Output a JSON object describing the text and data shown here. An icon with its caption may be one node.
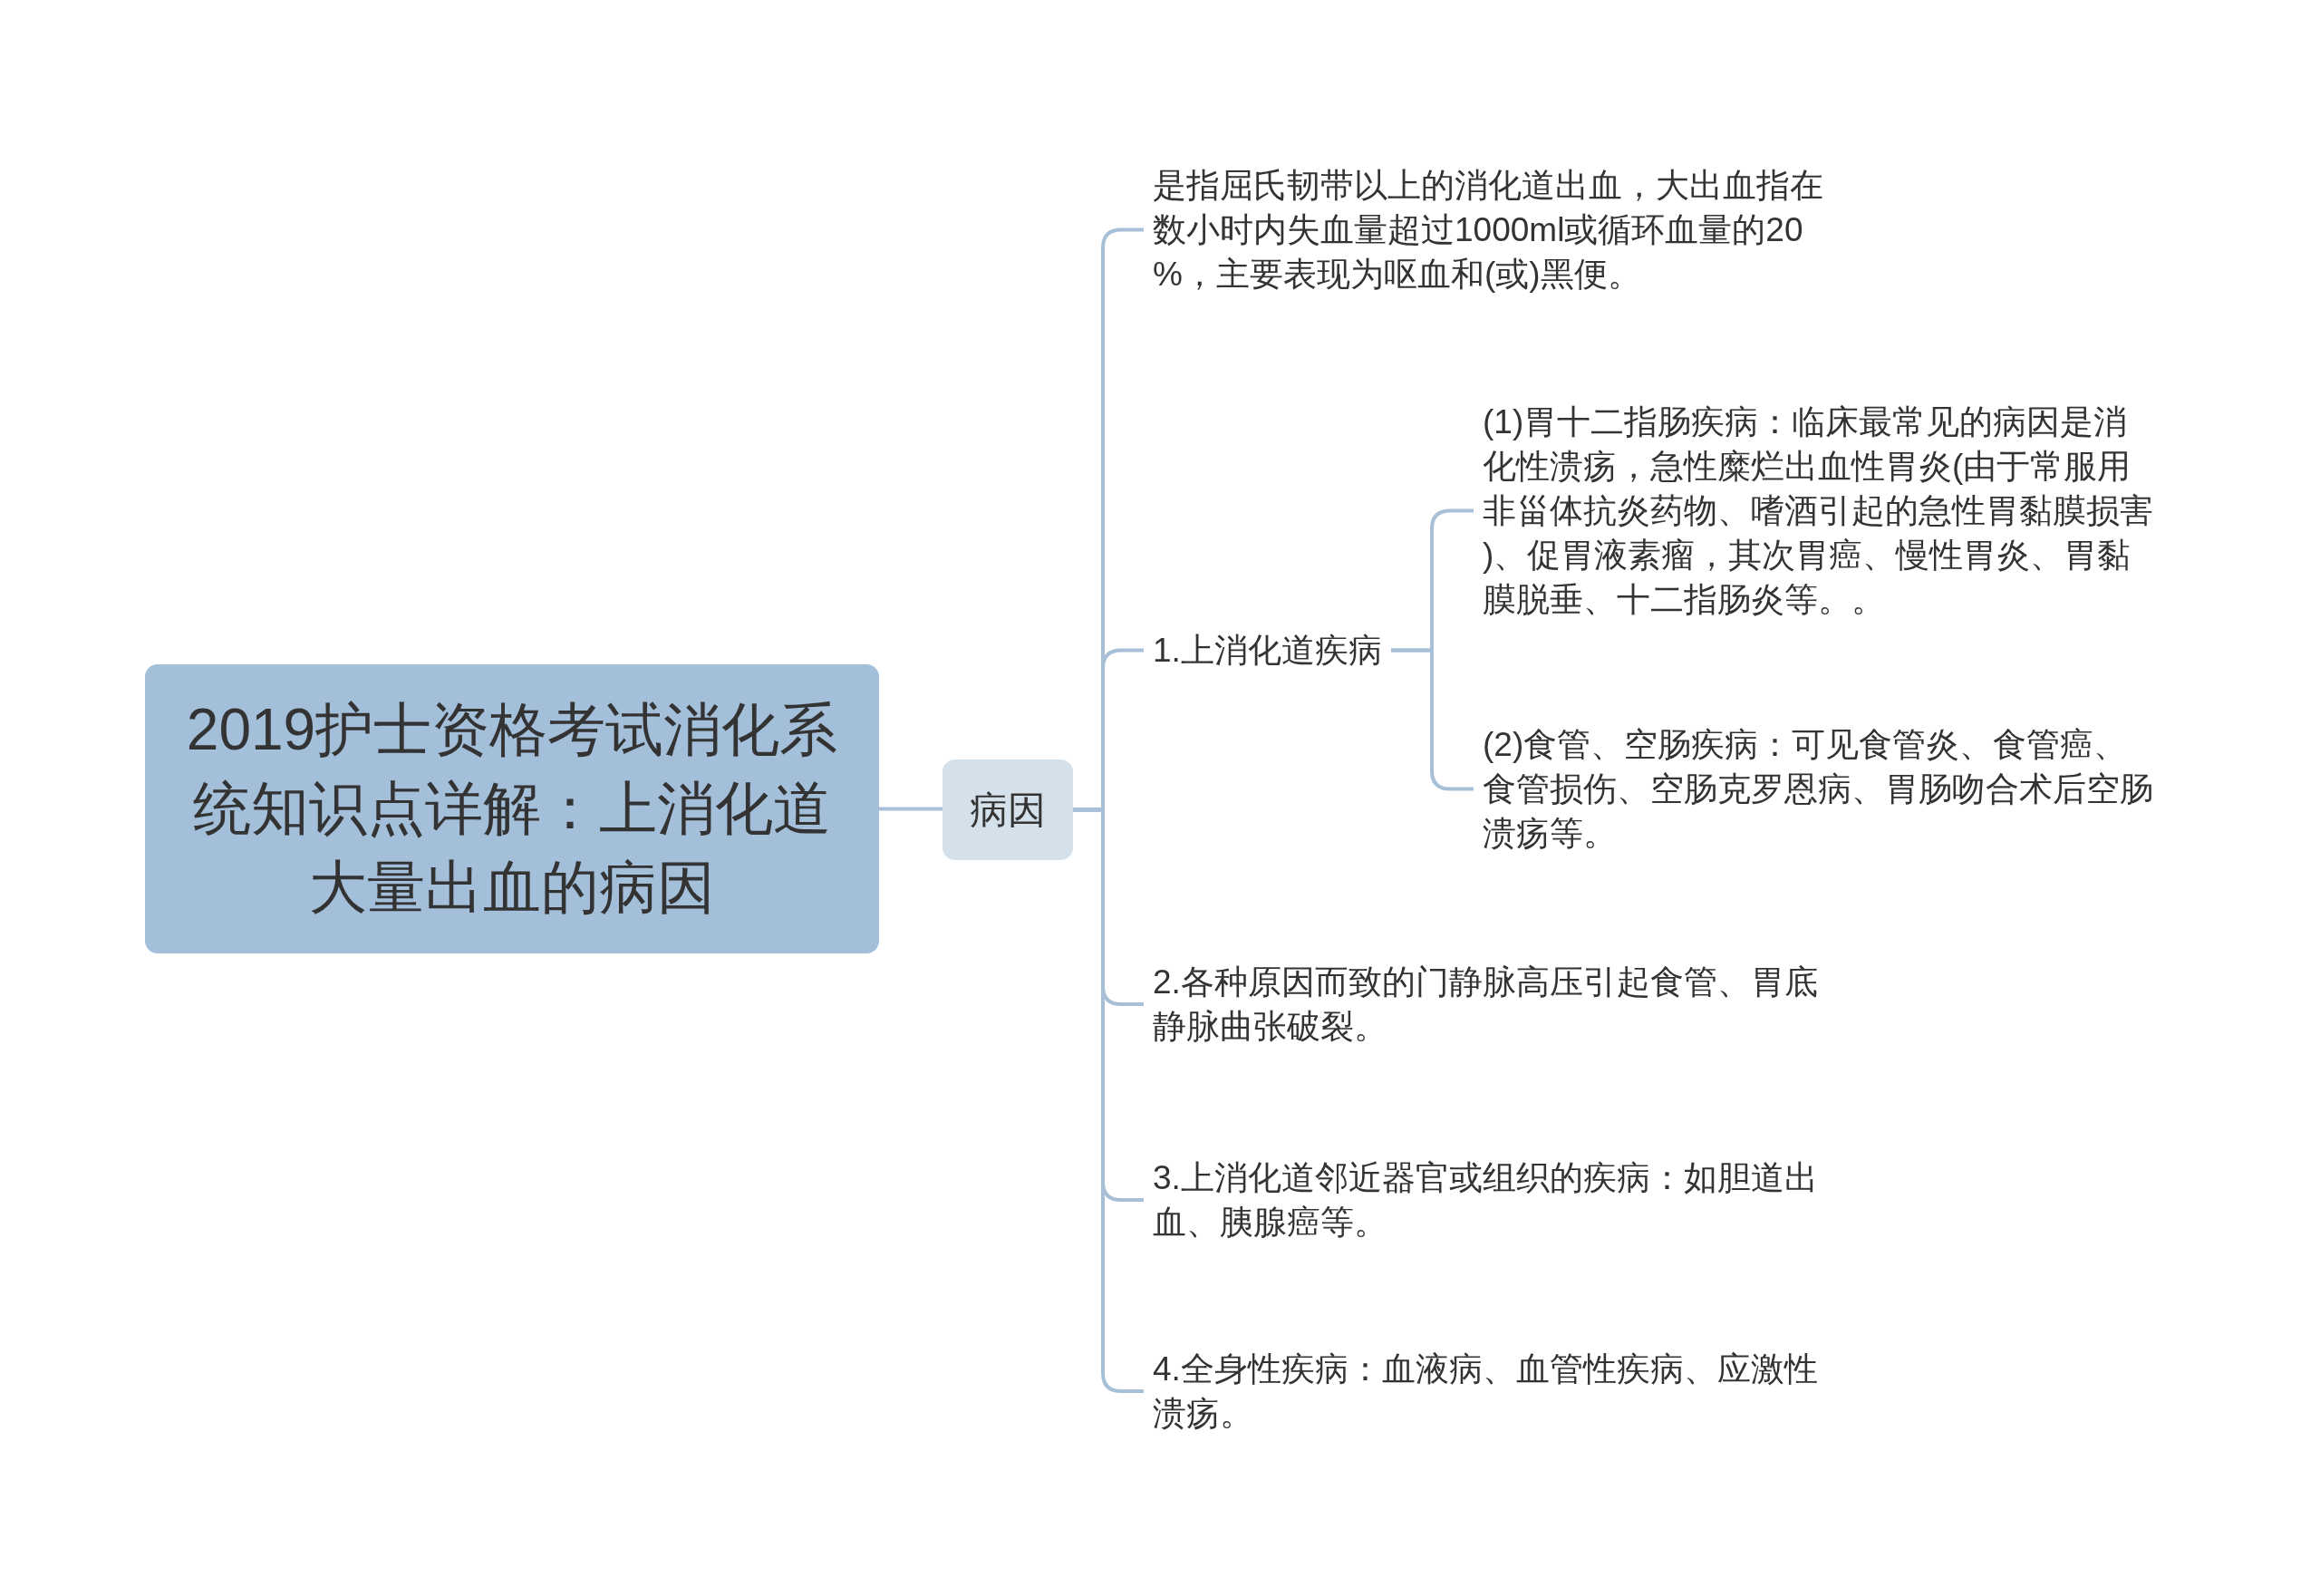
{
  "diagram": {
    "nodes": [
      {
        "text": [
          "2019护士资格考试消化系统知识点详解：上消化道大量出血的病因"
        ]
      },
      {
        "text": [
          "病因"
        ]
      },
      {
        "text": [
          "是指屈氏韧带以上的消化道出血，大出血指在数小时内失血量超过1000ml或循环血量的20%，主要表现为呕血和(或)黑便。"
        ]
      },
      {
        "text": [
          "1.上消化道疾病"
        ]
      },
      {
        "text": [
          "(1)胃十二指肠疾病：临床最常见的病因是消化性溃疡，急性糜烂出血性胃炎(由于常服用非甾体抗炎药物、嗜酒引起的急性胃黏膜损害)、促胃液素瘤，其次胃癌、慢性胃炎、胃黏膜脱垂、十二指肠炎等。。"
        ]
      },
      {
        "text": [
          "(2)食管、空肠疾病：可见食管炎、食管癌、食管损伤、空肠克罗恩病、胃肠吻合术后空肠溃疡等。"
        ]
      },
      {
        "text": [
          "2.各种原因而致的门静脉高压引起食管、胃底静脉曲张破裂。"
        ]
      },
      {
        "text": [
          "3.上消化道邻近器官或组织的疾病：如胆道出血、胰腺癌等。"
        ]
      },
      {
        "text": [
          "4.全身性疾病：血液病、血管性疾病、应激性溃疡。"
        ]
      }
    ],
    "edges": [
      {
        "from": 0,
        "to": 1,
        "arrow": "none"
      },
      {
        "from": 1,
        "to": 2,
        "arrow": "none"
      },
      {
        "from": 1,
        "to": 3,
        "arrow": "none"
      },
      {
        "from": 3,
        "to": 4,
        "arrow": "none"
      },
      {
        "from": 3,
        "to": 5,
        "arrow": "none"
      },
      {
        "from": 1,
        "to": 6,
        "arrow": "none"
      },
      {
        "from": 1,
        "to": 7,
        "arrow": "none"
      },
      {
        "from": 1,
        "to": 8,
        "arrow": "none"
      }
    ]
  }
}
